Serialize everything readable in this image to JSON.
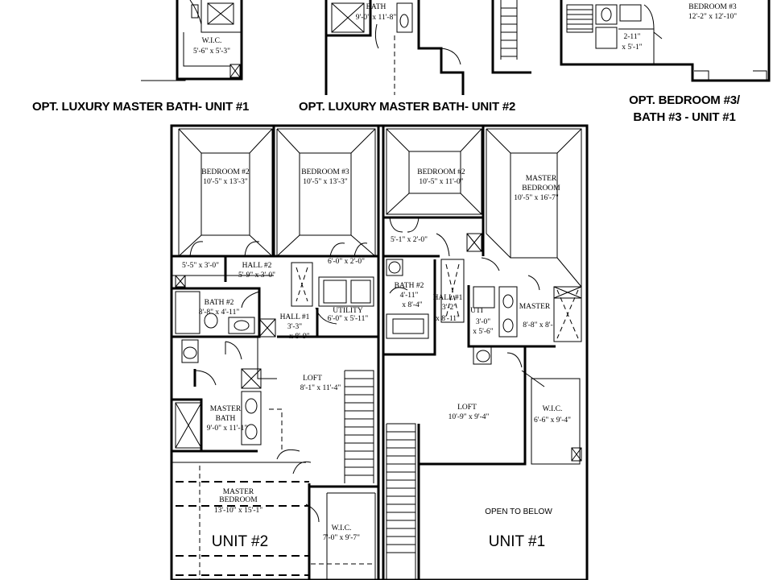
{
  "captions": {
    "bath1": "OPT. LUXURY MASTER BATH- UNIT #1",
    "bath2": "OPT. LUXURY MASTER BATH- UNIT #2",
    "bed3_line1": "OPT. BEDROOM #3/",
    "bed3_line2": "BATH #3 - UNIT #1"
  },
  "top_plans": {
    "wic": {
      "name": "W.I.C.",
      "size": "5'-6\" x 5'-3\""
    },
    "bath": {
      "name": "BATH",
      "size": "9'-0\" x 11'-8\""
    },
    "bedroom3": {
      "name": "BEDROOM #3",
      "size": "12'-2\" x 12'-10\""
    },
    "closet": {
      "size_a": "2-11\"",
      "size_b": "x 5'-1\""
    }
  },
  "unit2": {
    "unit_label": "UNIT #2",
    "bedroom2": {
      "name": "BEDROOM #2",
      "size": "10'-5\" x 13'-3\""
    },
    "bedroom3": {
      "name": "BEDROOM #3",
      "size": "10'-5\" x 13'-3\""
    },
    "closet_a": "5'-5\" x 3'-0\"",
    "hall2": {
      "name": "HALL #2",
      "size": "5'-9\" x 3'-0\""
    },
    "closet_b": "6'-0\" x 2'-0\"",
    "bath2": {
      "name": "BATH #2",
      "size": "8'-8\" x 4'-11\""
    },
    "hall1": {
      "name": "HALL #1",
      "size_a": "3'-3\"",
      "size_b": "x 8'-9\""
    },
    "utility": {
      "name": "UTILITY",
      "size": "6'-0\" x 5'-11\""
    },
    "loft": {
      "name": "LOFT",
      "size": "8'-1\" x 11'-4\""
    },
    "master_bath": {
      "name_a": "MASTER",
      "name_b": "BATH",
      "size": "9'-0\" x 11'-1\""
    },
    "master_bedroom": {
      "name_a": "MASTER",
      "name_b": "BEDROOM",
      "size": "13'-10\" x 15'-1\""
    },
    "wic": {
      "name": "W.I.C.",
      "size": "7'-0\" x 9'-7\""
    }
  },
  "unit1": {
    "unit_label": "UNIT #1",
    "bedroom2": {
      "name": "BEDROOM #2",
      "size": "10'-5\" x 11'-0\""
    },
    "master_bedroom": {
      "name_a": "MASTER",
      "name_b": "BEDROOM",
      "size": "10'-5\" x 16'-7\""
    },
    "closet_a": "5'-1\" x 2'-0\"",
    "bath2": {
      "name": "BATH #2",
      "size_a": "4'-11\"",
      "size_b": "x 8'-4\""
    },
    "hall1": {
      "name": "HALL #1",
      "size_a": "3'-2\"",
      "size_b": "x 8'-11\""
    },
    "utility": {
      "name": "UTI",
      "size_a": "3'-0\"",
      "size_b": "x 5'-6\""
    },
    "master_bath": {
      "name": "MASTER",
      "size": "8'-8\" x 8'-"
    },
    "loft": {
      "name": "LOFT",
      "size": "10'-9\" x 9'-4\""
    },
    "wic": {
      "name": "W.I.C.",
      "size": "6'-6\" x 9'-4\""
    },
    "open_below": "OPEN TO BELOW"
  }
}
